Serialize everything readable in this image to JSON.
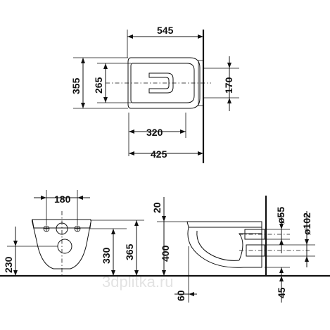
{
  "watermark": "3dplitka.ru",
  "top_view": {
    "width_overall": "545",
    "depth_overall": "355",
    "depth_inner": "265",
    "fixing_span": "170",
    "length_320": "320",
    "length_425": "425"
  },
  "front_view": {
    "fixing_distance": "180",
    "height_230": "230",
    "height_330": "330",
    "height_365": "365"
  },
  "side_view": {
    "top_offset": "20",
    "height_400": "400",
    "bottom_offset": "60",
    "outlet_diameter_55": "ø55",
    "outlet_diameter_102": "ø102",
    "outlet_height_45": "45"
  },
  "colors": {
    "line": "#111111",
    "watermark": "#e3e3e3"
  }
}
